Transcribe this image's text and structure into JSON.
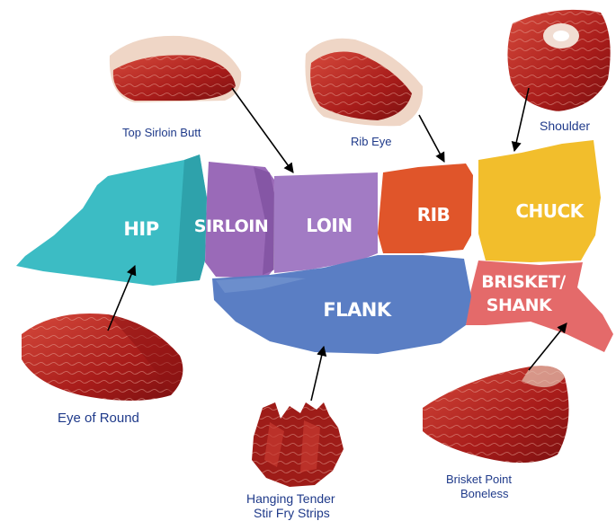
{
  "regions": {
    "hip": {
      "label": "HIP",
      "color": "#3cbcc4"
    },
    "sirloin": {
      "label": "SIRLOIN",
      "color": "#9a6ab8"
    },
    "loin": {
      "label": "LOIN",
      "color": "#a27bc4"
    },
    "rib": {
      "label": "RIB",
      "color": "#e0552a"
    },
    "chuck": {
      "label": "CHUCK",
      "color": "#f2be2c"
    },
    "brisket": {
      "label_line1": "BRISKET/",
      "label_line2": "SHANK",
      "color": "#e46a6a"
    },
    "flank": {
      "label": "FLANK",
      "color": "#5a7ec4"
    }
  },
  "cuts": {
    "top_sirloin_butt": {
      "label": "Top Sirloin Butt",
      "icon": "steak-image"
    },
    "rib_eye": {
      "label": "Rib Eye",
      "icon": "steak-image"
    },
    "shoulder": {
      "label": "Shoulder",
      "icon": "steak-image"
    },
    "eye_of_round": {
      "label": "Eye of Round",
      "icon": "steak-image"
    },
    "hanging_tender": {
      "label_line1": "Hanging Tender",
      "label_line2": "Stir Fry Strips",
      "icon": "strips-image"
    },
    "brisket_point": {
      "label_line1": "Brisket Point",
      "label_line2": "Boneless",
      "icon": "steak-image"
    }
  },
  "colors": {
    "label_text": "#1f3a8a",
    "meat": "#b3201c",
    "meat_light": "#d64a3c",
    "fat": "#efd6c6"
  }
}
